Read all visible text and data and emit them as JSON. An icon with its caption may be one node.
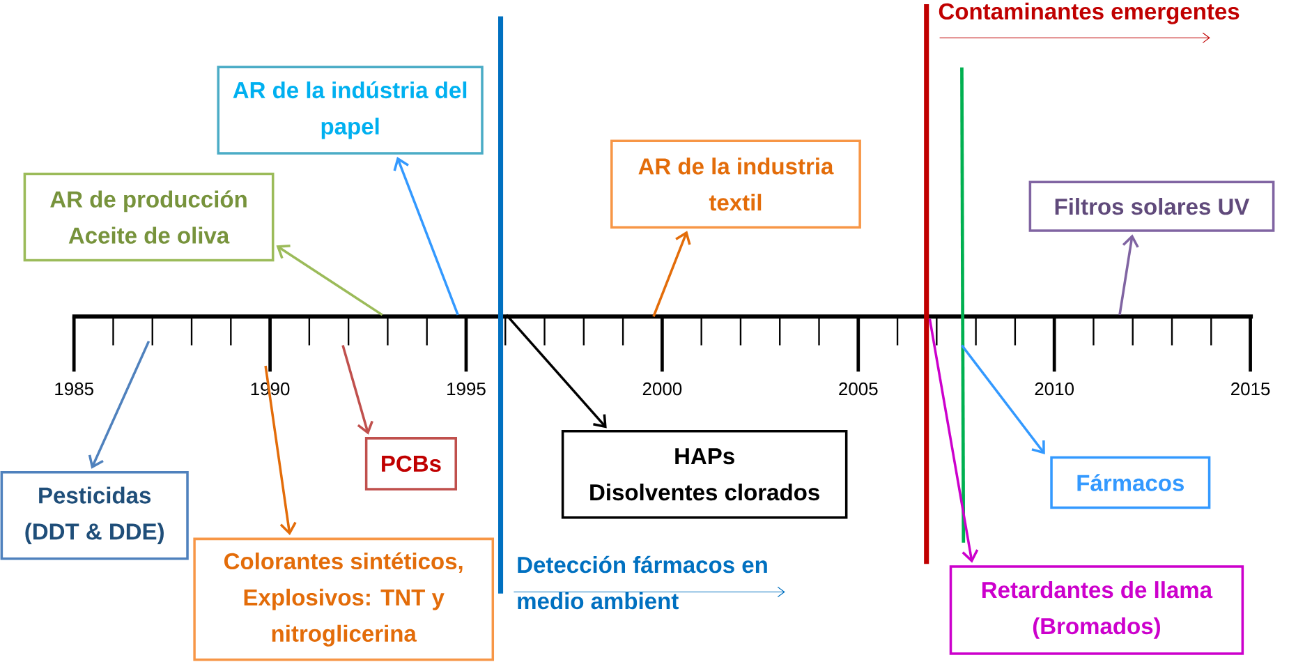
{
  "diagram": {
    "nodes": [
      {
        "text": [
          "AR de la indústria del papel"
        ]
      },
      {
        "text": [
          "AR de producción Aceite de oliva"
        ]
      },
      {
        "text": [
          "AR de la industria textil"
        ]
      },
      {
        "text": [
          "Filtros solares UV"
        ]
      },
      {
        "text": [
          "Pesticidas (DDT & DDE)"
        ]
      },
      {
        "text": [
          "PCBs"
        ]
      },
      {
        "text": [
          "Colorantes sintéticos,",
          "Explosivos: TNT y nitroglicerina"
        ]
      },
      {
        "text": [
          "HAPs",
          "Disolventes clorados"
        ]
      },
      {
        "text": [
          "Fármacos"
        ]
      },
      {
        "text": [
          "Retardantes de llama (Bromados)"
        ]
      }
    ],
    "edges": [
      {
        "from": null,
        "to": 0,
        "arrow": "to",
        "color": "#3399ff"
      },
      {
        "from": null,
        "to": 1,
        "arrow": "to",
        "color": "#9bbb59"
      },
      {
        "from": null,
        "to": 2,
        "arrow": "to",
        "color": "#e36c09"
      },
      {
        "from": null,
        "to": 3,
        "arrow": "to",
        "color": "#8064a2"
      },
      {
        "from": null,
        "to": 4,
        "arrow": "to",
        "color": "#4f81bd"
      },
      {
        "from": null,
        "to": 5,
        "arrow": "to",
        "color": "#c0504d"
      },
      {
        "from": null,
        "to": 6,
        "arrow": "to",
        "color": "#e36c09"
      },
      {
        "from": null,
        "to": 7,
        "arrow": "to",
        "color": "#000000"
      },
      {
        "from": null,
        "to": 8,
        "arrow": "to",
        "color": "#3399ff"
      },
      {
        "from": null,
        "to": 9,
        "arrow": "to",
        "color": "#cc00cc"
      }
    ],
    "labels": [
      "1985",
      "1990",
      "1995",
      "2000",
      "2005",
      "2010",
      "2015",
      "Detección fármacos en medio ambient",
      "Contaminantes emergentes"
    ]
  }
}
